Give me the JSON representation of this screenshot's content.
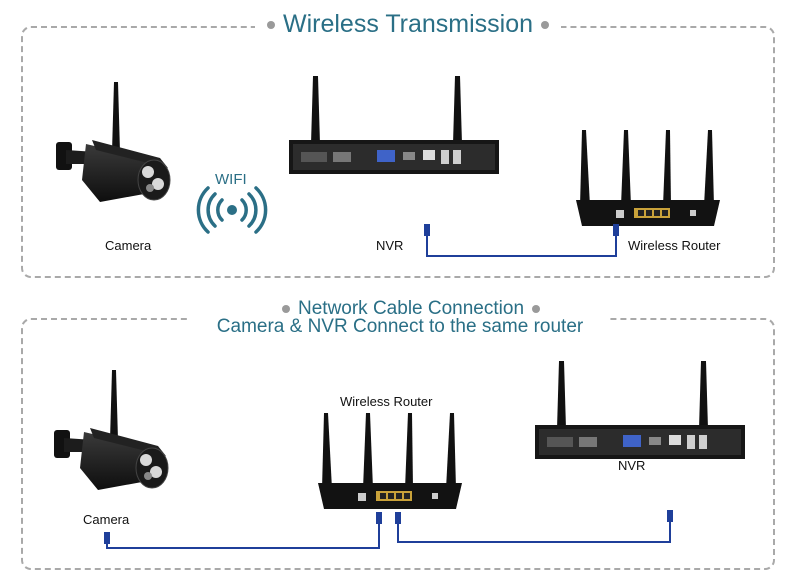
{
  "sections": [
    {
      "title": "Wireless Transmission",
      "labels": {
        "camera": "Camera",
        "wifi": "WIFI",
        "nvr": "NVR",
        "router": "Wireless Router"
      }
    },
    {
      "title_line1": "Network Cable Connection",
      "title_line2": "Camera & NVR Connect to the same router",
      "labels": {
        "camera": "Camera",
        "router": "Wireless Router",
        "nvr": "NVR"
      }
    }
  ],
  "colors": {
    "title": "#2a6f86",
    "cable": "#1f3f9a",
    "wifi": "#2b6f86",
    "border": "#a9a9a9",
    "device": "#1a1a1a"
  }
}
